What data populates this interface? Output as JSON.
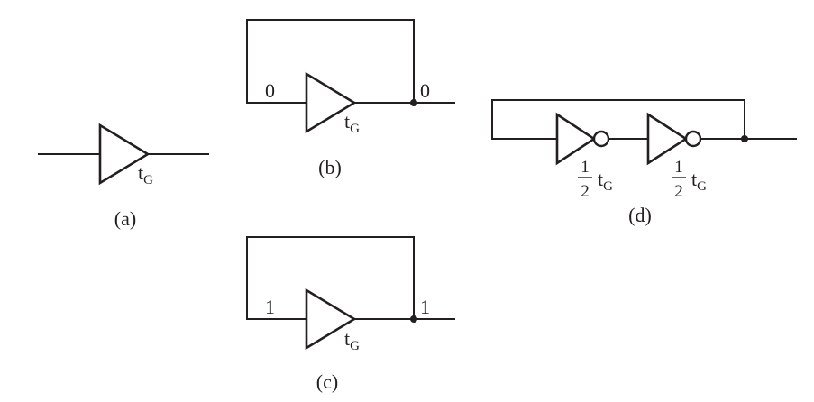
{
  "delay_label": {
    "base": "t",
    "subscript": "G"
  },
  "half_label": {
    "numerator": "1",
    "denominator": "2",
    "base": "t",
    "subscript": "G"
  },
  "panels": {
    "a": {
      "caption": "(a)"
    },
    "b": {
      "caption": "(b)",
      "input_value": "0",
      "output_value": "0"
    },
    "c": {
      "caption": "(c)",
      "input_value": "1",
      "output_value": "1"
    },
    "d": {
      "caption": "(d)"
    }
  },
  "colors": {
    "ink": "#231f20",
    "background": "#ffffff"
  }
}
